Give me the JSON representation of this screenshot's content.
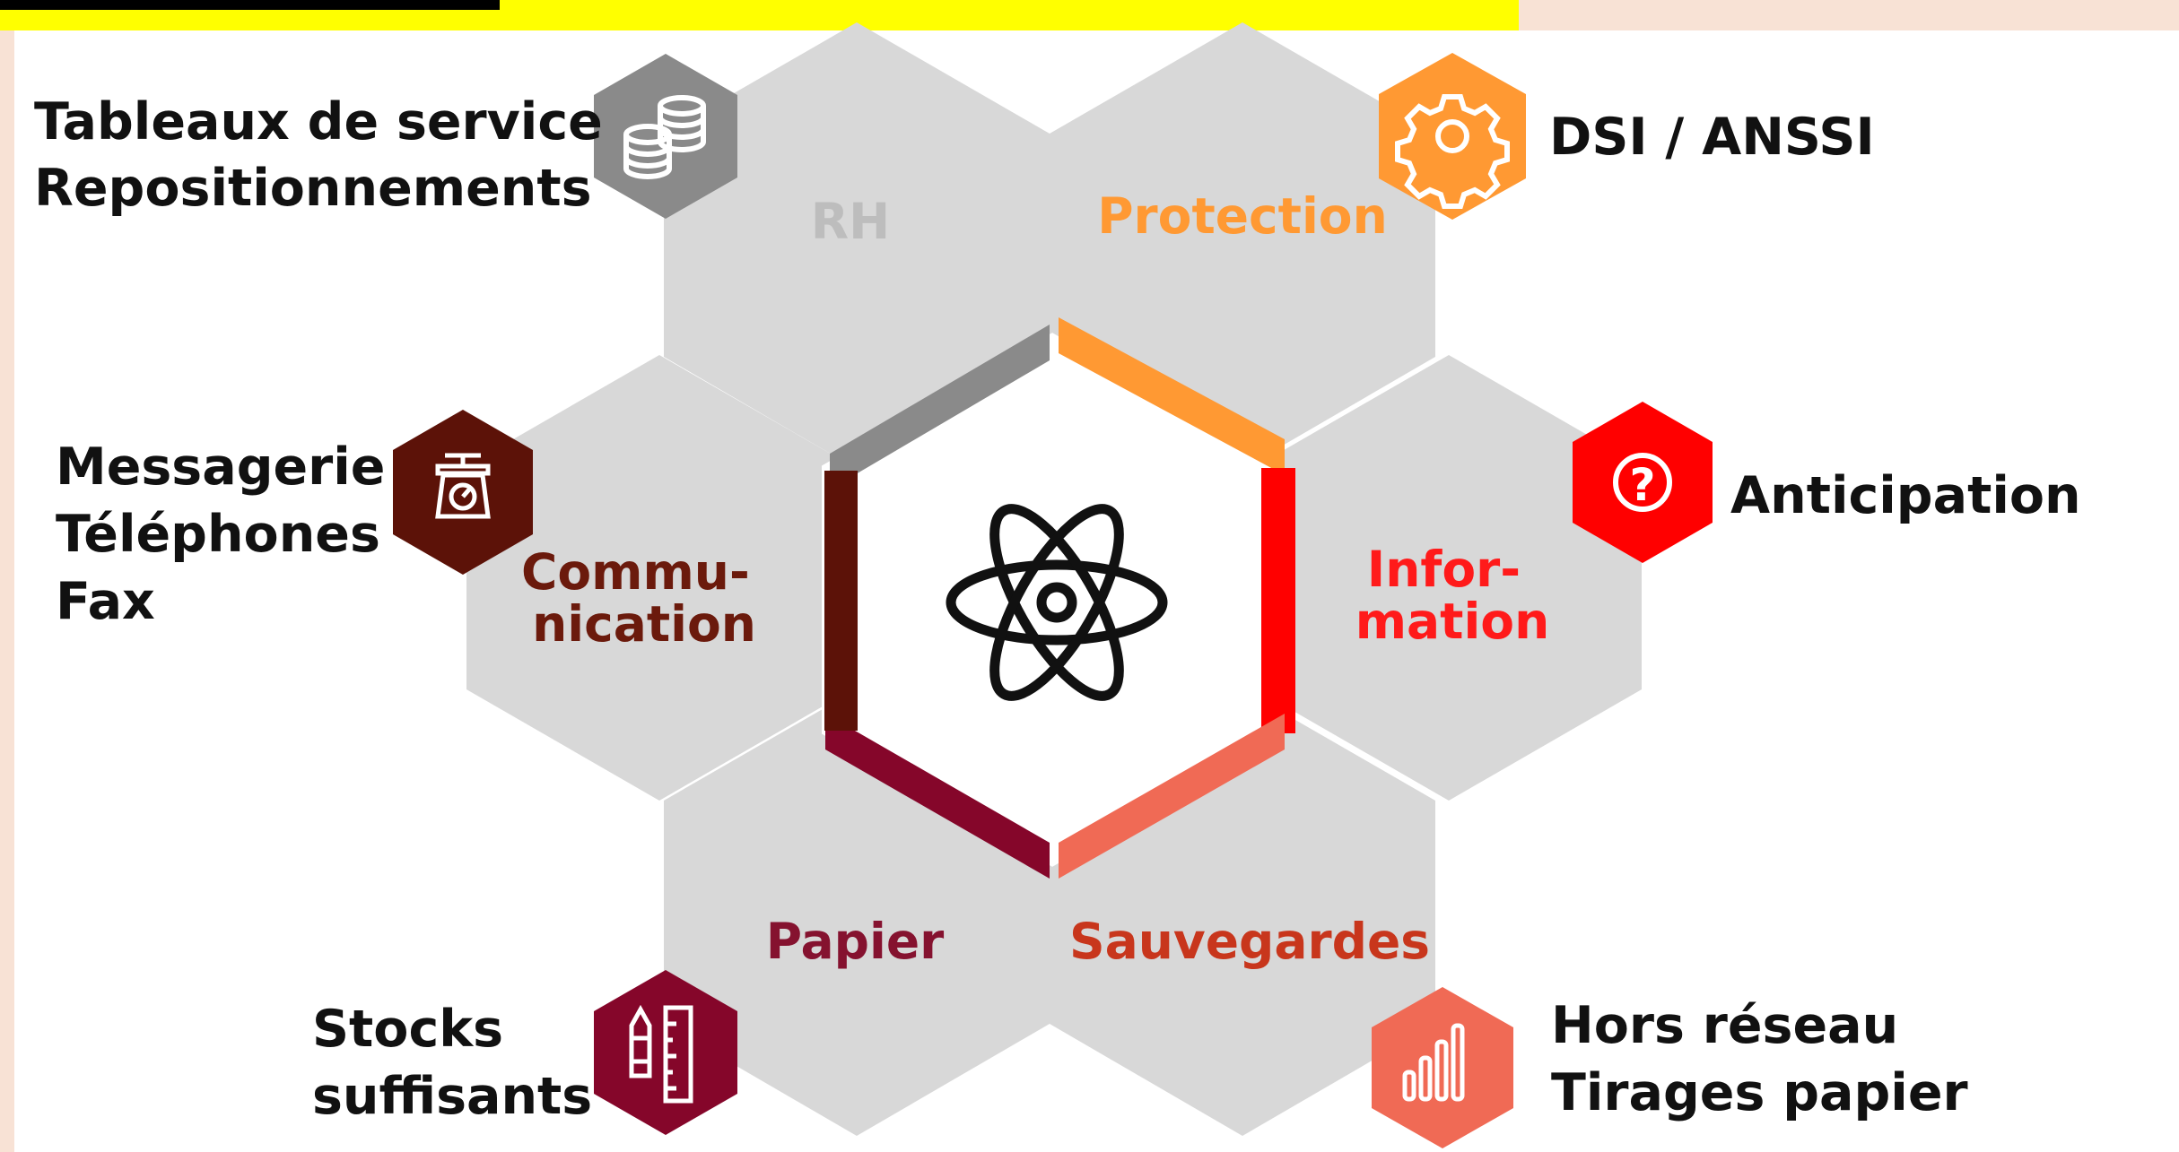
{
  "center": {
    "icon": "atom-icon"
  },
  "segments": [
    {
      "id": "rh",
      "label_lines": [
        "RH"
      ],
      "label_color": "#bdbdbd",
      "bar_color": "#8a8a8a",
      "badge_color": "#8a8a8a",
      "badge_icon": "coins-icon",
      "annotation_lines": [
        "Tableaux de service",
        "Repositionnements"
      ]
    },
    {
      "id": "protection",
      "label_lines": [
        "Protection"
      ],
      "label_color": "#ff9933",
      "bar_color": "#ff9933",
      "badge_color": "#ff9933",
      "badge_icon": "gear-icon",
      "annotation_lines": [
        "DSI / ANSSI"
      ]
    },
    {
      "id": "information",
      "label_lines": [
        "Infor-",
        "mation"
      ],
      "label_color": "#ff1a1a",
      "bar_color": "#ff0000",
      "badge_color": "#ff0000",
      "badge_icon": "question-icon",
      "annotation_lines": [
        "Anticipation"
      ]
    },
    {
      "id": "sauvegardes",
      "label_lines": [
        "Sauvegardes"
      ],
      "label_color": "#c8361c",
      "bar_color": "#f06a55",
      "badge_color": "#f06a55",
      "badge_icon": "bar-chart-icon",
      "annotation_lines": [
        "Hors réseau",
        "Tirages papier"
      ]
    },
    {
      "id": "papier",
      "label_lines": [
        "Papier"
      ],
      "label_color": "#85122f",
      "bar_color": "#85062a",
      "badge_color": "#85062a",
      "badge_icon": "pencil-ruler-icon",
      "annotation_lines": [
        "Stocks",
        "suffisants"
      ]
    },
    {
      "id": "communication",
      "label_lines": [
        "Commu-",
        "nication"
      ],
      "label_color": "#6b1a0c",
      "bar_color": "#5c1208",
      "badge_color": "#5c1208",
      "badge_icon": "scale-icon",
      "annotation_lines": [
        "Messagerie",
        "Téléphones",
        "Fax"
      ]
    }
  ]
}
